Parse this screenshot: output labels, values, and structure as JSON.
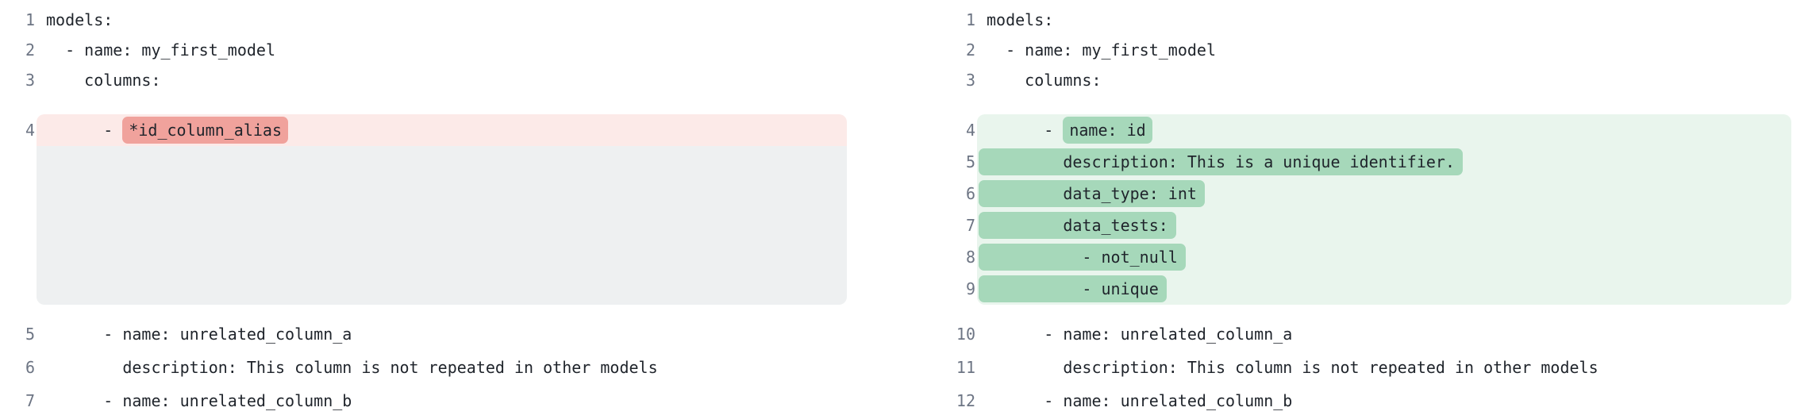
{
  "colors": {
    "code_text": "#1f242b",
    "line_number": "#6d7584",
    "removed_row_bg": "#fceae8",
    "removed_token_bg": "#f0a29c",
    "omitted_block_bg": "#eef0f1",
    "added_row_bg": "#e9f5ed",
    "added_token_bg": "#a6d8ba"
  },
  "left_panel": {
    "top_lines": [
      {
        "no": "1",
        "code": "models:"
      },
      {
        "no": "2",
        "code": "  - name: my_first_model"
      },
      {
        "no": "3",
        "code": "    columns:"
      }
    ],
    "removed_block": {
      "line": {
        "no": "4",
        "prefix": "      - ",
        "token": "*id_column_alias"
      }
    },
    "bottom_lines": [
      {
        "no": "5",
        "code": "      - name: unrelated_column_a"
      },
      {
        "no": "6",
        "code": "        description: This column is not repeated in other models"
      },
      {
        "no": "7",
        "code": "      - name: unrelated_column_b"
      }
    ]
  },
  "right_panel": {
    "top_lines": [
      {
        "no": "1",
        "code": "models:"
      },
      {
        "no": "2",
        "code": "  - name: my_first_model"
      },
      {
        "no": "3",
        "code": "    columns:"
      }
    ],
    "added_block": {
      "first_line": {
        "no": "4",
        "prefix": "      - ",
        "token": "name: id"
      },
      "full_lines": [
        {
          "no": "5",
          "token": "        description: This is a unique identifier."
        },
        {
          "no": "6",
          "token": "        data_type: int"
        },
        {
          "no": "7",
          "token": "        data_tests:"
        },
        {
          "no": "8",
          "token": "          - not_null"
        },
        {
          "no": "9",
          "token": "          - unique"
        }
      ]
    },
    "bottom_lines": [
      {
        "no": "10",
        "code": "      - name: unrelated_column_a"
      },
      {
        "no": "11",
        "code": "        description: This column is not repeated in other models"
      },
      {
        "no": "12",
        "code": "      - name: unrelated_column_b"
      }
    ]
  }
}
